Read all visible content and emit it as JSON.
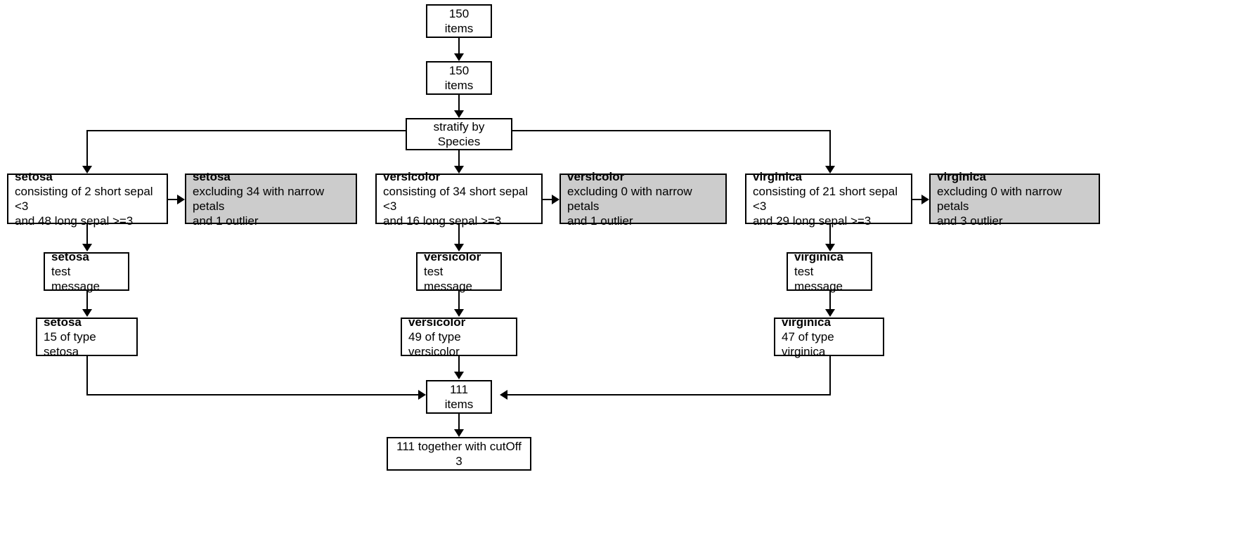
{
  "diagram": {
    "type": "flowchart",
    "title_text": "",
    "colors": {
      "box_fill": "#ffffff",
      "shaded_box_fill": "#cccccc",
      "border": "#000000",
      "text": "#000000",
      "connector": "#000000"
    },
    "nodes": {
      "total_top": {
        "label": "150 items"
      },
      "total_second": {
        "label": "150 items"
      },
      "stratify": {
        "label": "stratify by Species"
      },
      "setosa_main": {
        "header": "setosa",
        "body": "consisting of 2 short sepal <3\nand 48 long sepal >=3"
      },
      "setosa_excluded": {
        "header": "setosa",
        "body": "excluding 34 with narrow petals\nand 1 outlier"
      },
      "versicolor_main": {
        "header": "versicolor",
        "body": "consisting of 34 short sepal <3\nand 16 long sepal >=3"
      },
      "versicolor_excluded": {
        "header": "versicolor",
        "body": "excluding 0 with narrow petals\nand 1 outlier"
      },
      "virginica_main": {
        "header": "virginica",
        "body": "consisting of 21 short sepal <3\nand 29 long sepal >=3"
      },
      "virginica_excluded": {
        "header": "virginica",
        "body": "excluding 0 with narrow petals\nand 3 outlier"
      },
      "setosa_test": {
        "header": "setosa",
        "body": "test message"
      },
      "versicolor_test": {
        "header": "versicolor",
        "body": "test message"
      },
      "virginica_test": {
        "header": "virginica",
        "body": "test message"
      },
      "setosa_count": {
        "header": "setosa",
        "body": "15 of type setosa"
      },
      "versicolor_count": {
        "header": "versicolor",
        "body": "49 of type versicolor"
      },
      "virginica_count": {
        "header": "virginica",
        "body": "47 of type virginica"
      },
      "final_items": {
        "label": "111 items"
      },
      "final_cutoff": {
        "label": "111 together with cutOff 3"
      }
    }
  }
}
